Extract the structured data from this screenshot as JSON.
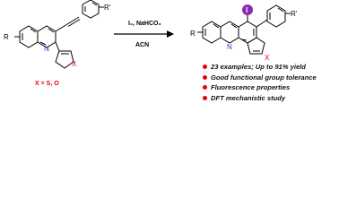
{
  "reagents": {
    "above_arrow": "I₂, NaHCO₃",
    "below_arrow": "ACN"
  },
  "start_material": {
    "r_label": "R",
    "r_prime_label": "R'",
    "n_label": "N",
    "x_label": "X",
    "x_definition": "X = S, O"
  },
  "product": {
    "r_label": "R",
    "r_prime_label": "R'",
    "n_label": "N",
    "x_label": "X",
    "iodine_label": "I"
  },
  "highlights": [
    "23 examples; Up to 91% yield",
    "Good functional group tolerance",
    "Fluorescence properties",
    "DFT mechanistic study"
  ],
  "colors": {
    "heteroatom": "#e8000b",
    "nitrogen": "#1f3fcf",
    "iodine_ball": "#8a2bb8",
    "bond": "#000000"
  }
}
